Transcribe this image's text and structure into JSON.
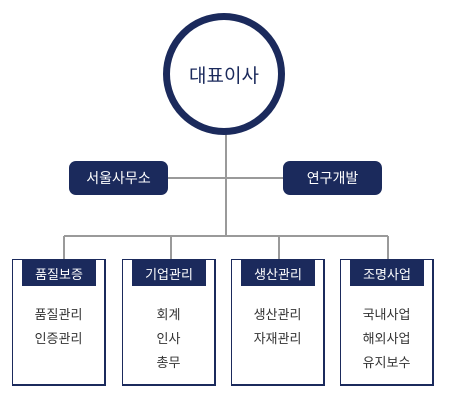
{
  "colors": {
    "primary": "#1b2a5c",
    "line": "#9a9a9a"
  },
  "ceo": {
    "label": "대표이사"
  },
  "staff": {
    "left": {
      "label": "서울사무소"
    },
    "right": {
      "label": "연구개발"
    }
  },
  "departments": [
    {
      "title": "품질보증",
      "items": [
        "품질관리",
        "인증관리"
      ]
    },
    {
      "title": "기업관리",
      "items": [
        "회계",
        "인사",
        "총무"
      ]
    },
    {
      "title": "생산관리",
      "items": [
        "생산관리",
        "자재관리"
      ]
    },
    {
      "title": "조명사업",
      "items": [
        "국내사업",
        "해외사업",
        "유지보수"
      ]
    }
  ]
}
